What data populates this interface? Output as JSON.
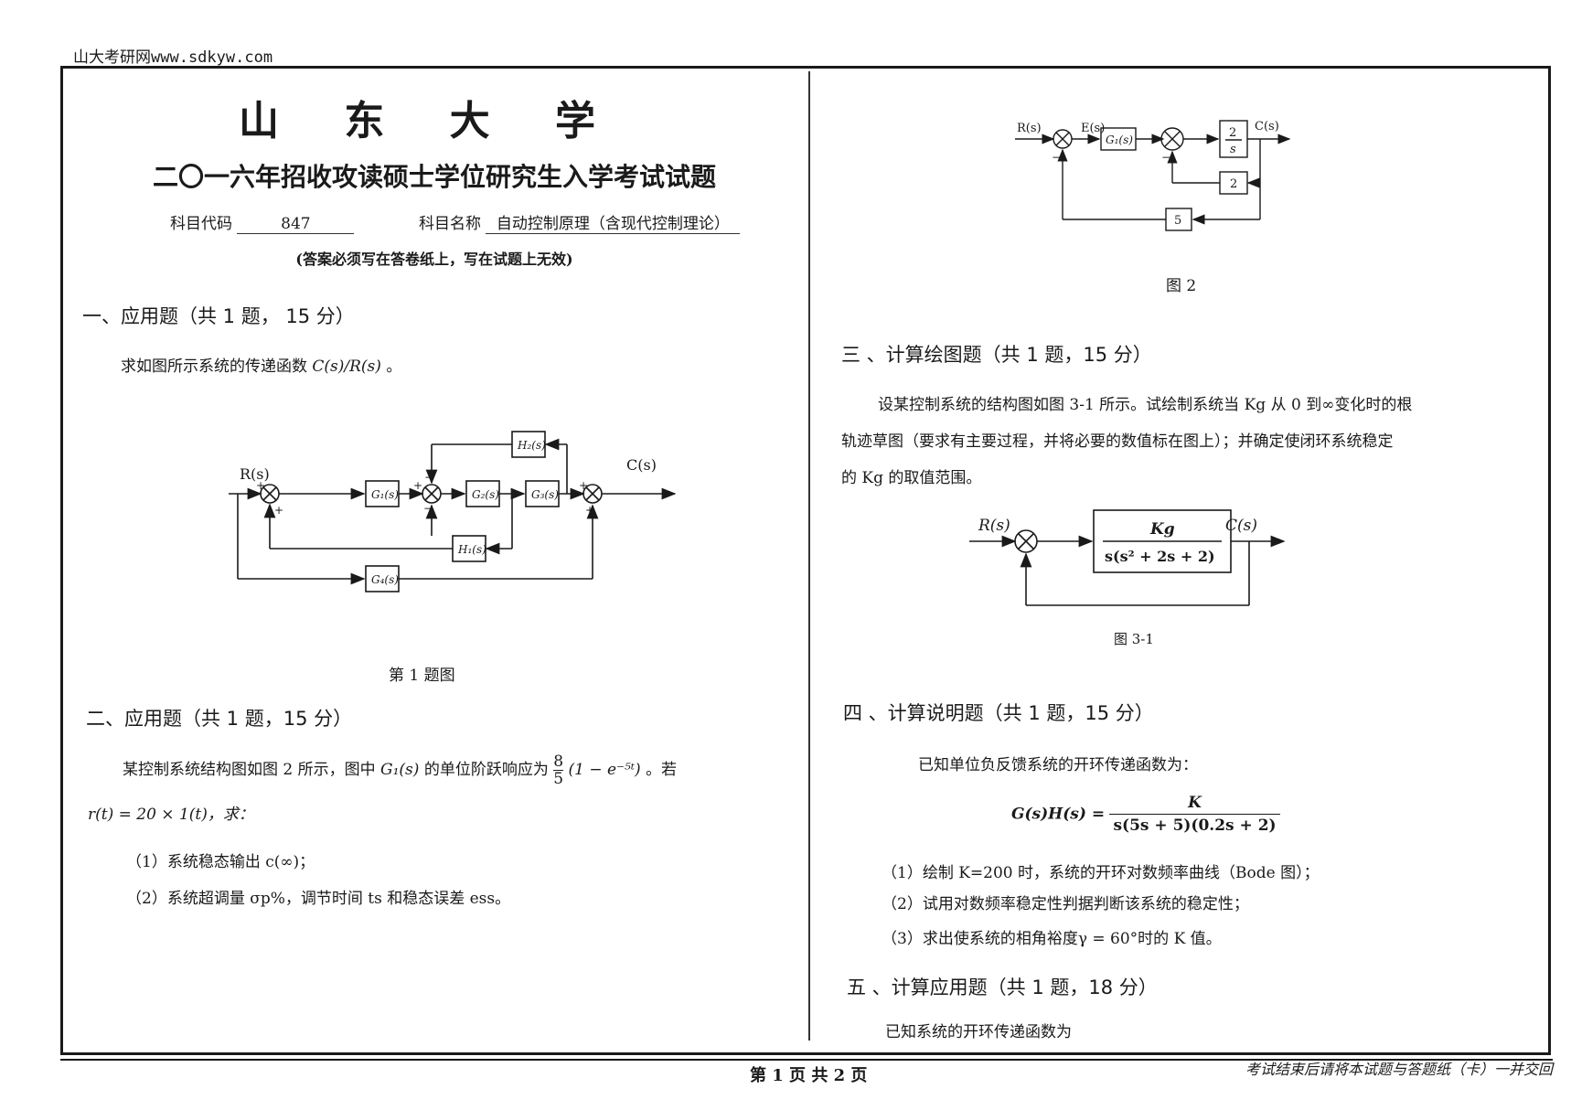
{
  "watermark": "山大考研网www.sdkyw.com",
  "header": {
    "university": "山 东 大 学",
    "exam_title": "二〇一六年招收攻读硕士学位研究生入学考试试题",
    "code_label": "科目代码",
    "code_value": "847",
    "name_label": "科目名称",
    "name_value": "自动控制原理（含现代控制理论）",
    "notice": "(答案必须写在答卷纸上，写在试题上无效)"
  },
  "q1": {
    "heading": "一、应用题（共 1 题， 15 分）",
    "text": "求如图所示系统的传递函数",
    "expr": "C(s)/R(s)",
    "text_end": "。",
    "fig_caption": "第 1 题图",
    "diagram": {
      "input": "R(s)",
      "output": "C(s)",
      "blocks": [
        "G₁(s)",
        "G₂(s)",
        "G₃(s)",
        "H₂(s)",
        "H₁(s)",
        "G₄(s)"
      ]
    }
  },
  "q2": {
    "heading": "二、应用题（共 1 题，15 分）",
    "line1_a": "某控制系统结构图如图 2 所示，图中",
    "line1_g": "G₁(s)",
    "line1_b": "的单位阶跃响应为",
    "frac_num": "8",
    "frac_den": "5",
    "frac_tail": "(1 − e⁻⁵ᵗ)",
    "line1_c": "。若",
    "line2": "r(t) = 20 × 1(t)，求：",
    "item1": "（1）系统稳态输出 c(∞)；",
    "item2": "（2）系统超调量 σp%，调节时间 ts 和稳态误差 ess。"
  },
  "fig2": {
    "caption": "图 2",
    "labels": {
      "r": "R(s)",
      "e": "E(s)",
      "c": "C(s)",
      "g1": "G₁(s)",
      "int_num": "2",
      "int_den": "s",
      "fb1": "2",
      "fb2": "5"
    }
  },
  "q3": {
    "heading": "三 、计算绘图题（共 1 题，15 分）",
    "line1": "设某控制系统的结构图如图 3-1 所示。试绘制系统当 Kg 从 0 到∞变化时的根",
    "line2": "轨迹草图（要求有主要过程，并将必要的数值标在图上）；并确定使闭环系统稳定",
    "line3": "的 Kg 的取值范围。",
    "fig_caption": "图 3-1",
    "diagram": {
      "input": "R(s)",
      "output": "C(s)",
      "num": "Kg",
      "den": "s(s² + 2s + 2)"
    }
  },
  "q4": {
    "heading": "四 、计算说明题（共 1 题，15 分）",
    "intro": "已知单位负反馈系统的开环传递函数为：",
    "lhs": "G(s)H(s) =",
    "num": "K",
    "den": "s(5s + 5)(0.2s + 2)",
    "item1": "（1）绘制 K=200 时，系统的开环对数频率曲线（Bode 图）；",
    "item2": "（2）试用对数频率稳定性判据判断该系统的稳定性；",
    "item3": "（3）求出使系统的相角裕度γ = 60°时的 K 值。"
  },
  "q5": {
    "heading": "五 、计算应用题（共 1 题，18 分）",
    "intro": "已知系统的开环传递函数为"
  },
  "footer": {
    "page": "第 1 页 共 2 页",
    "note": "考试结束后请将本试题与答题纸（卡）一并交回"
  }
}
